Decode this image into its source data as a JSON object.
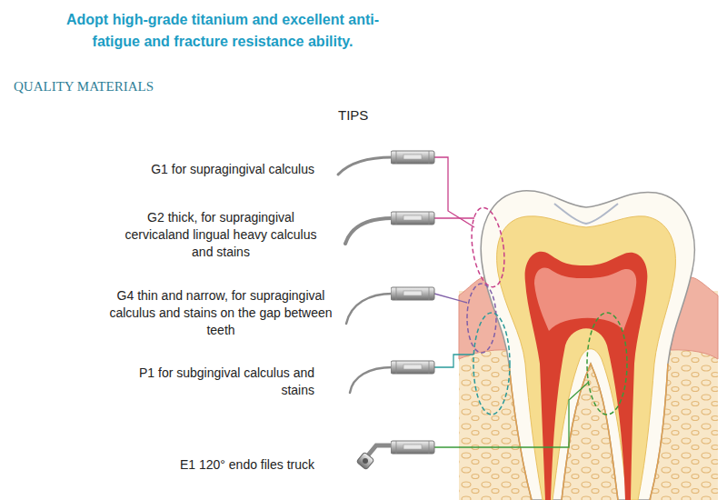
{
  "diagram": {
    "title": "Adopt high-grade titanium and excellent anti-fatigue and fracture resistance ability.",
    "labels": [
      "QUALITY MATERIALS",
      "TIPS",
      "G1 for supragingival calculus",
      "G2 thick, for supragingival cervicaland lingual heavy calculus and stains",
      "G4 thin and narrow, for supragingival calculus and stains on the gap between teeth",
      "P1 for subgingival calculus and stains",
      "E1 120° endo files truck"
    ]
  }
}
